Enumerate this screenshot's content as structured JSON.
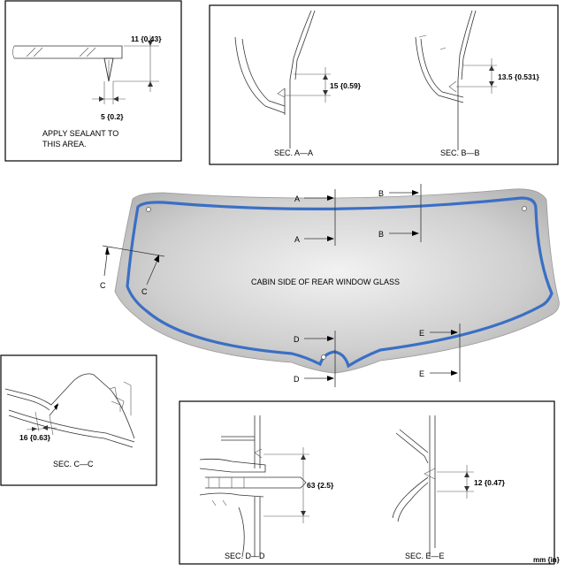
{
  "detail_sealant": {
    "dim_height": "11 {0.43}",
    "dim_width": "5 {0.2}",
    "note_line1": "APPLY SEALANT TO",
    "note_line2": "THIS AREA."
  },
  "sections_ab": {
    "dim_a": "15 {0.59}",
    "dim_b": "13.5 {0.531}",
    "caption_a": "SEC. A—A",
    "caption_b": "SEC. B—B"
  },
  "glass": {
    "caption": "CABIN SIDE OF REAR WINDOW GLASS",
    "markers": [
      "A",
      "A",
      "B",
      "B",
      "C",
      "C",
      "D",
      "D",
      "E",
      "E"
    ],
    "glass_color": "#b9b9b9",
    "sealant_color": "#3a6fc4"
  },
  "section_c": {
    "dim": "16 {0.63}",
    "caption": "SEC. C—C"
  },
  "sections_de": {
    "dim_d": "63 {2.5}",
    "dim_e": "12 {0.47}",
    "caption_d": "SEC. D—D",
    "caption_e": "SEC. E—E"
  },
  "units_label": "mm {in}"
}
